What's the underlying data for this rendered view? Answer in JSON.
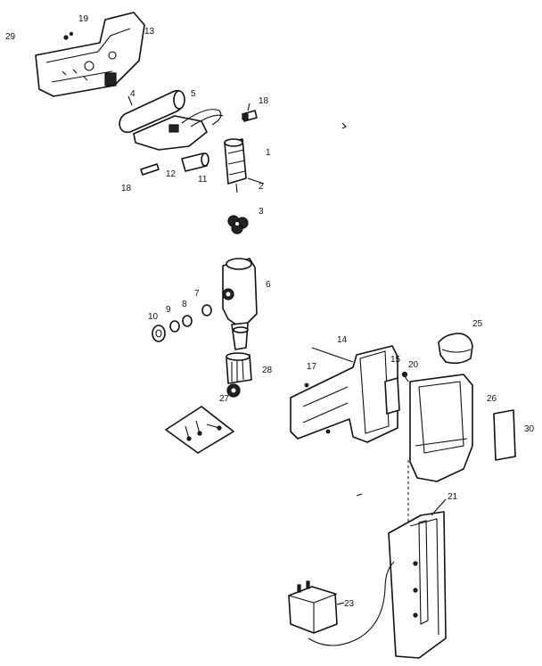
{
  "labels": {
    "p29": "29",
    "p19": "19",
    "p13": "13",
    "p4": "4",
    "p5": "5",
    "p18a": "18",
    "p1": "1",
    "p12": "12",
    "p11": "11",
    "p2": "2",
    "p18b": "18",
    "p3": "3",
    "p6": "6",
    "p10": "10",
    "p9": "9",
    "p8": "8",
    "p7": "7",
    "p28": "28",
    "p27": "27",
    "p14": "14",
    "p17": "17",
    "p15": "15",
    "p20": "20",
    "p25": "25",
    "p26": "26",
    "p30": "30",
    "p21": "21",
    "p23": "23"
  }
}
